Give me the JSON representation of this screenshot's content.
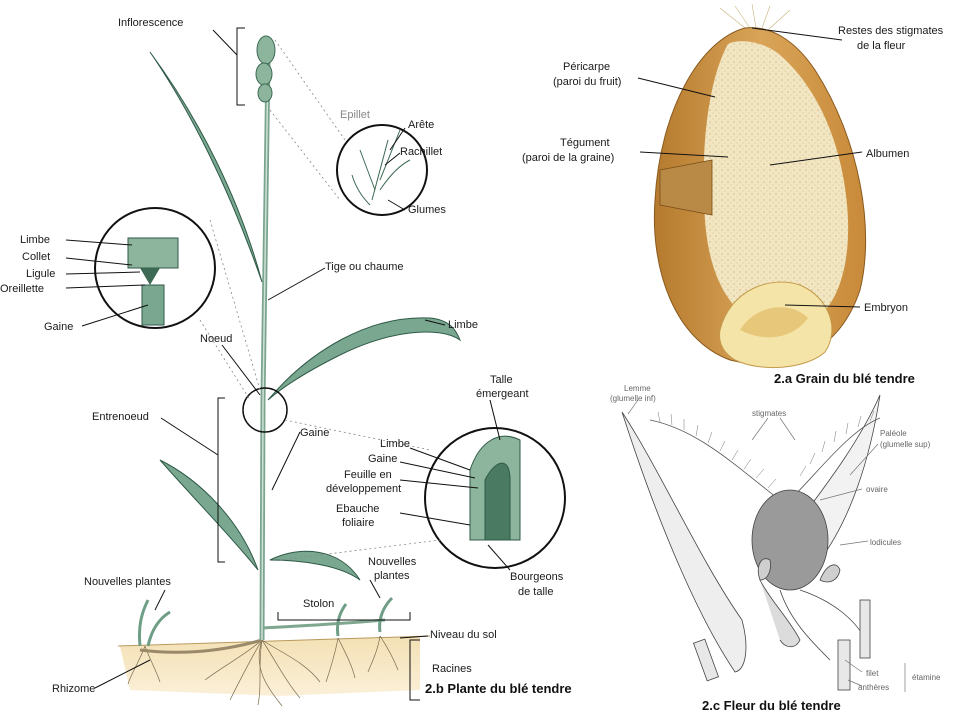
{
  "plant": {
    "labels": {
      "inflorescence": "Inflorescence",
      "epillet": "Epillet",
      "arete": "Arête",
      "rachillet": "Rachillet",
      "glumes": "Glumes",
      "limbe_top": "Limbe",
      "collet": "Collet",
      "ligule": "Ligule",
      "oreillette": "Oreillette",
      "gaine_top": "Gaine",
      "tige": "Tige ou chaume",
      "limbe_right": "Limbe",
      "noeud": "Noeud",
      "entrenoeud": "Entrenoeud",
      "gaine_mid": "Gaine",
      "talle_line1": "Talle",
      "talle_line2": "émergeant",
      "limbe_circle": "Limbe",
      "gaine_circle": "Gaine",
      "feuille_line1": "Feuille en",
      "feuille_line2": "développement",
      "ebauche_line1": "Ebauche",
      "ebauche_line2": "foliaire",
      "bourgeons_line1": "Bourgeons",
      "bourgeons_line2": "de talle",
      "nouvelles_left": "Nouvelles plantes",
      "nouvelles_right_line1": "Nouvelles",
      "nouvelles_right_line2": "plantes",
      "stolon": "Stolon",
      "niveau": "Niveau du sol",
      "racines": "Racines",
      "rhizome": "Rhizome"
    },
    "caption": "2.b Plante du blé tendre"
  },
  "grain": {
    "labels": {
      "restes_line1": "Restes des stigmates",
      "restes_line2": "de la fleur",
      "pericarpe_line1": "Péricarpe",
      "pericarpe_line2": "(paroi du fruit)",
      "tegument_line1": "Tégument",
      "tegument_line2": "(paroi de la graine)",
      "albumen": "Albumen",
      "embryon": "Embryon"
    },
    "caption": "2.a Grain du blé tendre"
  },
  "flower": {
    "labels": {
      "lemme_line1": "Lemme",
      "lemme_line2": "(glumelle inf)",
      "stigmates": "stigmates",
      "paleole_line1": "Paléole",
      "paleole_line2": "(glumelle sup)",
      "ovaire": "ovaire",
      "lodicules": "lodicules",
      "filet": "filet",
      "antheres": "anthères",
      "etamine": "étamine"
    },
    "caption": "2.c Fleur du blé tendre"
  },
  "colors": {
    "leaf": "#6f9e86",
    "leaf_dark": "#2f5a48",
    "grain_outer": "#c8913f",
    "grain_inner": "#f2e6c2",
    "soil": "#efd9a8"
  }
}
